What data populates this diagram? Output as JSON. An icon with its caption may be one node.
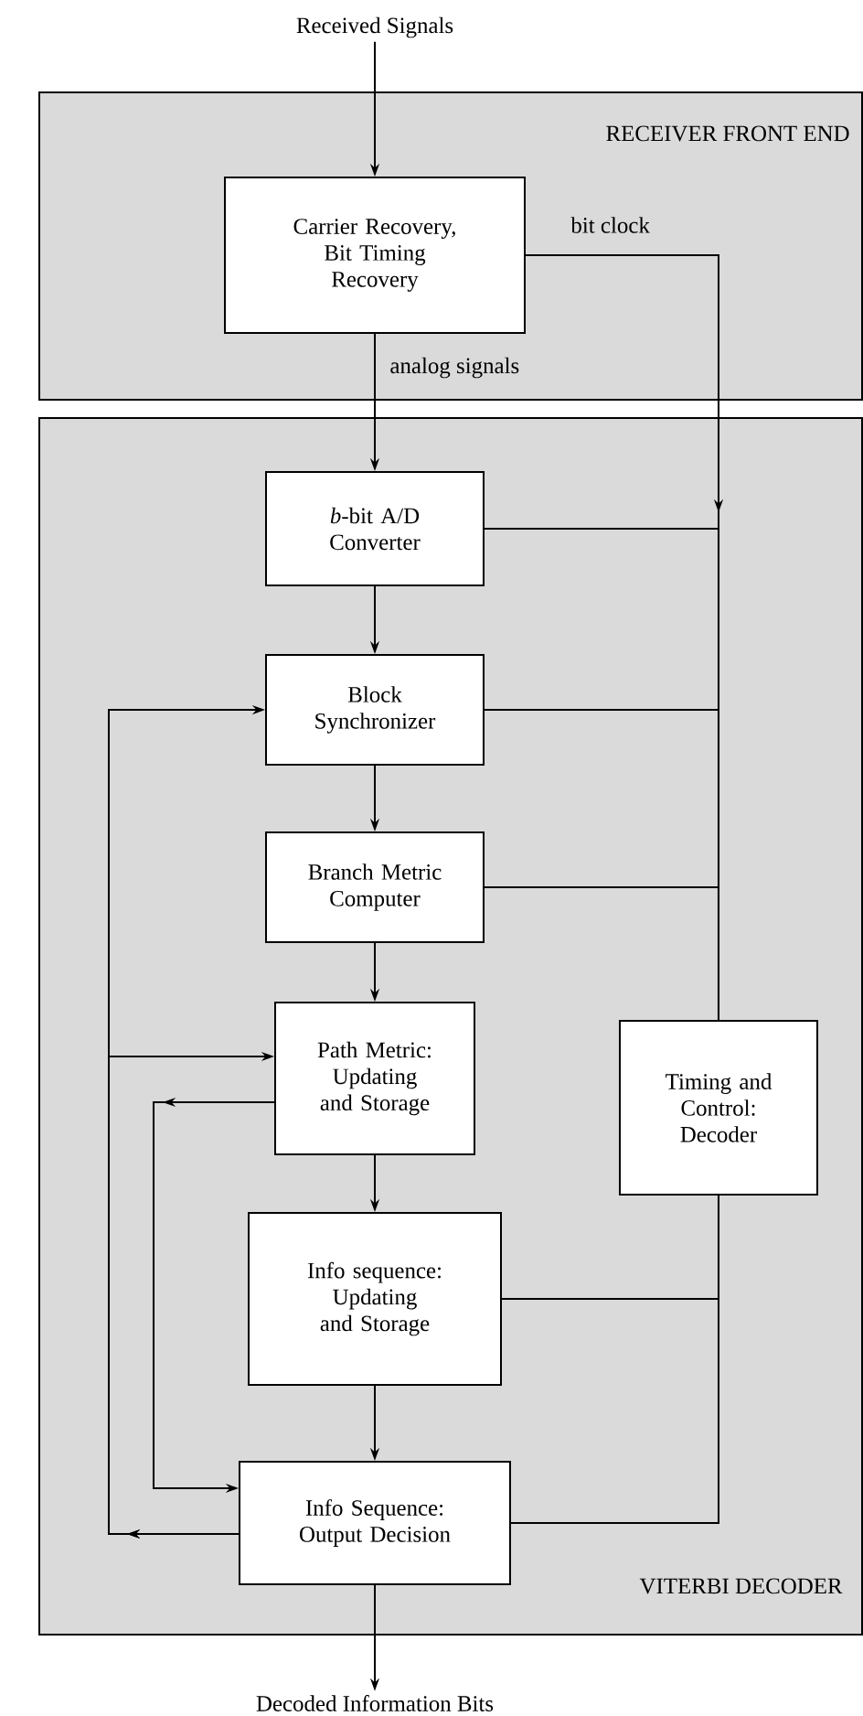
{
  "diagram": {
    "nodes": [
      {
        "text": [
          "Received Signals"
        ]
      },
      {
        "text": [
          "RECEIVER FRONT END"
        ]
      },
      {
        "text": [
          "Carrier Recovery, Bit Timing Recovery"
        ],
        "in": 1
      },
      {
        "text": [
          "VITERBI DECODER"
        ]
      },
      {
        "text": [
          "*b*-bit A/D Converter"
        ],
        "in": 3
      },
      {
        "text": [
          "Block Synchronizer"
        ],
        "in": 3
      },
      {
        "text": [
          "Branch Metric Computer"
        ],
        "in": 3
      },
      {
        "text": [
          "Path Metric: Updating and Storage"
        ],
        "in": 3
      },
      {
        "text": [
          "Timing and Control: Decoder"
        ],
        "in": 3
      },
      {
        "text": [
          "Info sequence: Updating and Storage"
        ],
        "in": 3
      },
      {
        "text": [
          "Info Sequence: Output Decision"
        ],
        "in": 3
      },
      {
        "text": [
          "Decoded Information Bits"
        ]
      }
    ],
    "edges": [
      {
        "from": 0,
        "to": 2,
        "arrow": "to"
      },
      {
        "from": 2,
        "to": 4,
        "arrow": "to",
        "label": "analog signals"
      },
      {
        "from": 2,
        "to": 8,
        "arrow": "to",
        "label": "bit clock"
      },
      {
        "from": 4,
        "to": 5,
        "arrow": "to"
      },
      {
        "from": 5,
        "to": 6,
        "arrow": "to"
      },
      {
        "from": 6,
        "to": 7,
        "arrow": "to"
      },
      {
        "from": 7,
        "to": 9,
        "arrow": "to"
      },
      {
        "from": 9,
        "to": 10,
        "arrow": "to"
      },
      {
        "from": 10,
        "to": 11,
        "arrow": "to"
      },
      {
        "from": 8,
        "to": 4,
        "arrow": "none"
      },
      {
        "from": 8,
        "to": 5,
        "arrow": "none"
      },
      {
        "from": 8,
        "to": 6,
        "arrow": "none"
      },
      {
        "from": 8,
        "to": 9,
        "arrow": "none"
      },
      {
        "from": 8,
        "to": 10,
        "arrow": "none"
      },
      {
        "from": 10,
        "to": 5,
        "arrow": "to"
      },
      {
        "from": 10,
        "to": 7,
        "arrow": "to"
      },
      {
        "from": 7,
        "to": 10,
        "arrow": "to"
      }
    ]
  }
}
